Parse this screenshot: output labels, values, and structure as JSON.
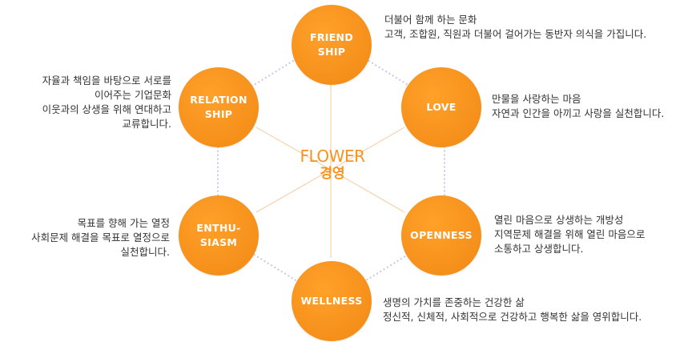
{
  "center": {
    "title_en": "FLOWER",
    "title_ko": "경영"
  },
  "colors": {
    "accent": "#f7931e",
    "spoke": "#f6c89a",
    "ring": "#c9c6e8",
    "text": "#333333"
  },
  "nodes": [
    {
      "id": "friendship",
      "label": "FRIEND\nSHIP",
      "desc": "더불어 함께 하는 문화\n고객, 조합원, 직원과 더불어 걸어가는 동반자 의식을 가집니다."
    },
    {
      "id": "love",
      "label": "LOVE",
      "desc": "만물을 사랑하는 마음\n자연과 인간을 아끼고 사랑을 실천합니다."
    },
    {
      "id": "openness",
      "label": "OPENNESS",
      "desc": "열린 마음으로 상생하는 개방성\n지역문제 해결을 위해 열린 마음으로\n소통하고 상생합니다."
    },
    {
      "id": "wellness",
      "label": "WELLNESS",
      "desc": "생명의 가치를 존중하는 건강한 삶\n정신적, 신체적, 사회적으로 건강하고 행복한 삶을 영위합니다."
    },
    {
      "id": "enthusiasm",
      "label": "ENTHU-\nSIASM",
      "desc": "목표를 향해 가는 열정\n사회문제 해결을 목표로 열정으로\n실천합니다."
    },
    {
      "id": "relationship",
      "label": "RELATION\nSHIP",
      "desc": "자율과 책임을 바탕으로 서로를\n이어주는 기업문화\n이웃과의 상생을 위해 연대하고\n교류합니다."
    }
  ]
}
